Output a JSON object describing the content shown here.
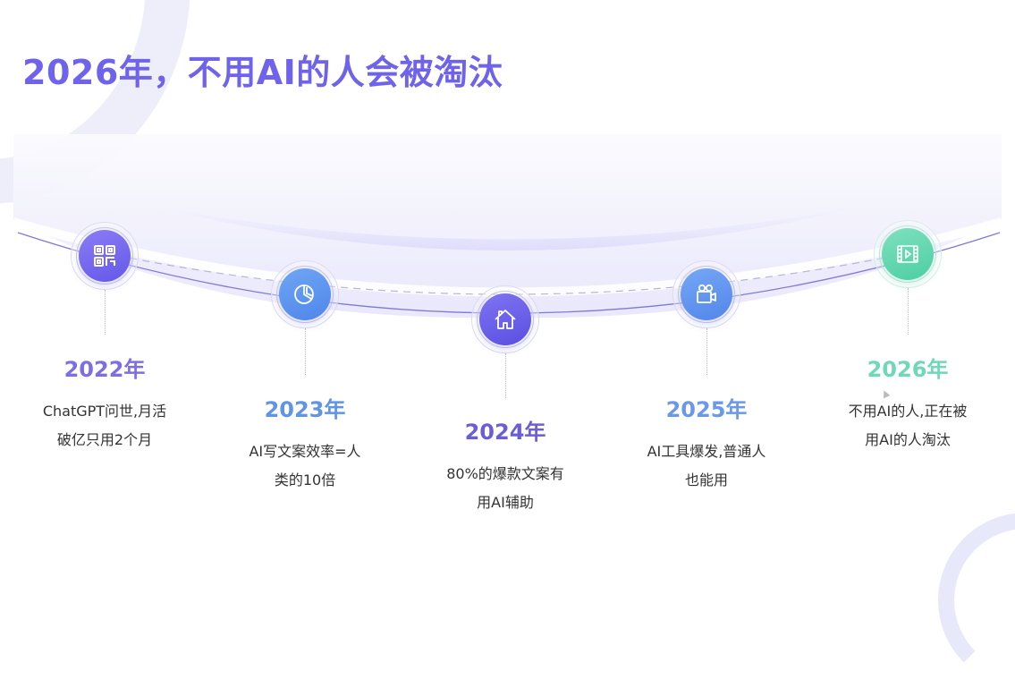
{
  "slide": {
    "title": "2026年，不用AI的人会被淘汰",
    "title_color": "#6f63ec"
  },
  "timeline": [
    {
      "year": "2022年",
      "desc_line1": "ChatGPT问世,月活",
      "desc_line2": "破亿只用2个月",
      "icon": "qr-code-icon",
      "color_from": "#8b7cf6",
      "color_to": "#6458e8",
      "year_color": "#7c6fe6"
    },
    {
      "year": "2023年",
      "desc_line1": "AI写文案效率=人",
      "desc_line2": "类的10倍",
      "icon": "pie-chart-icon",
      "color_from": "#6fa6f5",
      "color_to": "#4f86ea",
      "year_color": "#5f94e6"
    },
    {
      "year": "2024年",
      "desc_line1": "80%的爆款文案有",
      "desc_line2": "用AI辅助",
      "icon": "home-icon",
      "color_from": "#7f74f2",
      "color_to": "#5a4fe0",
      "year_color": "#6a5ed8"
    },
    {
      "year": "2025年",
      "desc_line1": "AI工具爆发,普通人",
      "desc_line2": "也能用",
      "icon": "video-camera-icon",
      "color_from": "#74a8f6",
      "color_to": "#5485ea",
      "year_color": "#6a98ea"
    },
    {
      "year": "2026年",
      "desc_line1": "不用AI的人,正在被",
      "desc_line2": "用AI的人淘汰",
      "icon": "film-play-icon",
      "color_from": "#7fe0bf",
      "color_to": "#4ccfa3",
      "year_color": "#6fd8b6"
    }
  ]
}
